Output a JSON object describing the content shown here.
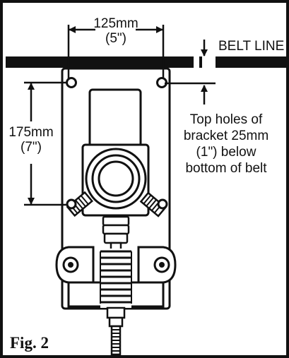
{
  "labels": {
    "width_mm": "125mm",
    "width_in": "(5\")",
    "belt_line": "BELT LINE",
    "height_mm": "175mm",
    "height_in": "(7\")",
    "note_line1": "Top holes of",
    "note_line2": "bracket 25mm",
    "note_line3": "(1\") below",
    "note_line4": "bottom of belt",
    "figure": "Fig. 2"
  }
}
